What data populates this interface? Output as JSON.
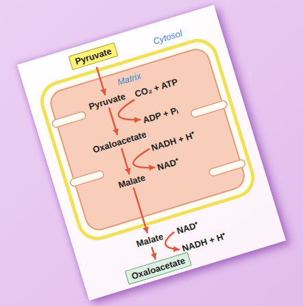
{
  "diagram": {
    "nodes": [
      {
        "text": [
          "Pyruvate"
        ]
      },
      {
        "text": [
          "Oxaloacetate"
        ]
      }
    ],
    "labels": [
      "Cytosol",
      "Matrix",
      "Pyruvate",
      "CO₂ + ATP",
      "ADP + Pᵢ",
      "Oxaloacetate",
      "NADH + H⁺",
      "NAD⁺",
      "Malate",
      "Malate",
      "NAD⁺",
      "NADH + H⁺"
    ]
  }
}
